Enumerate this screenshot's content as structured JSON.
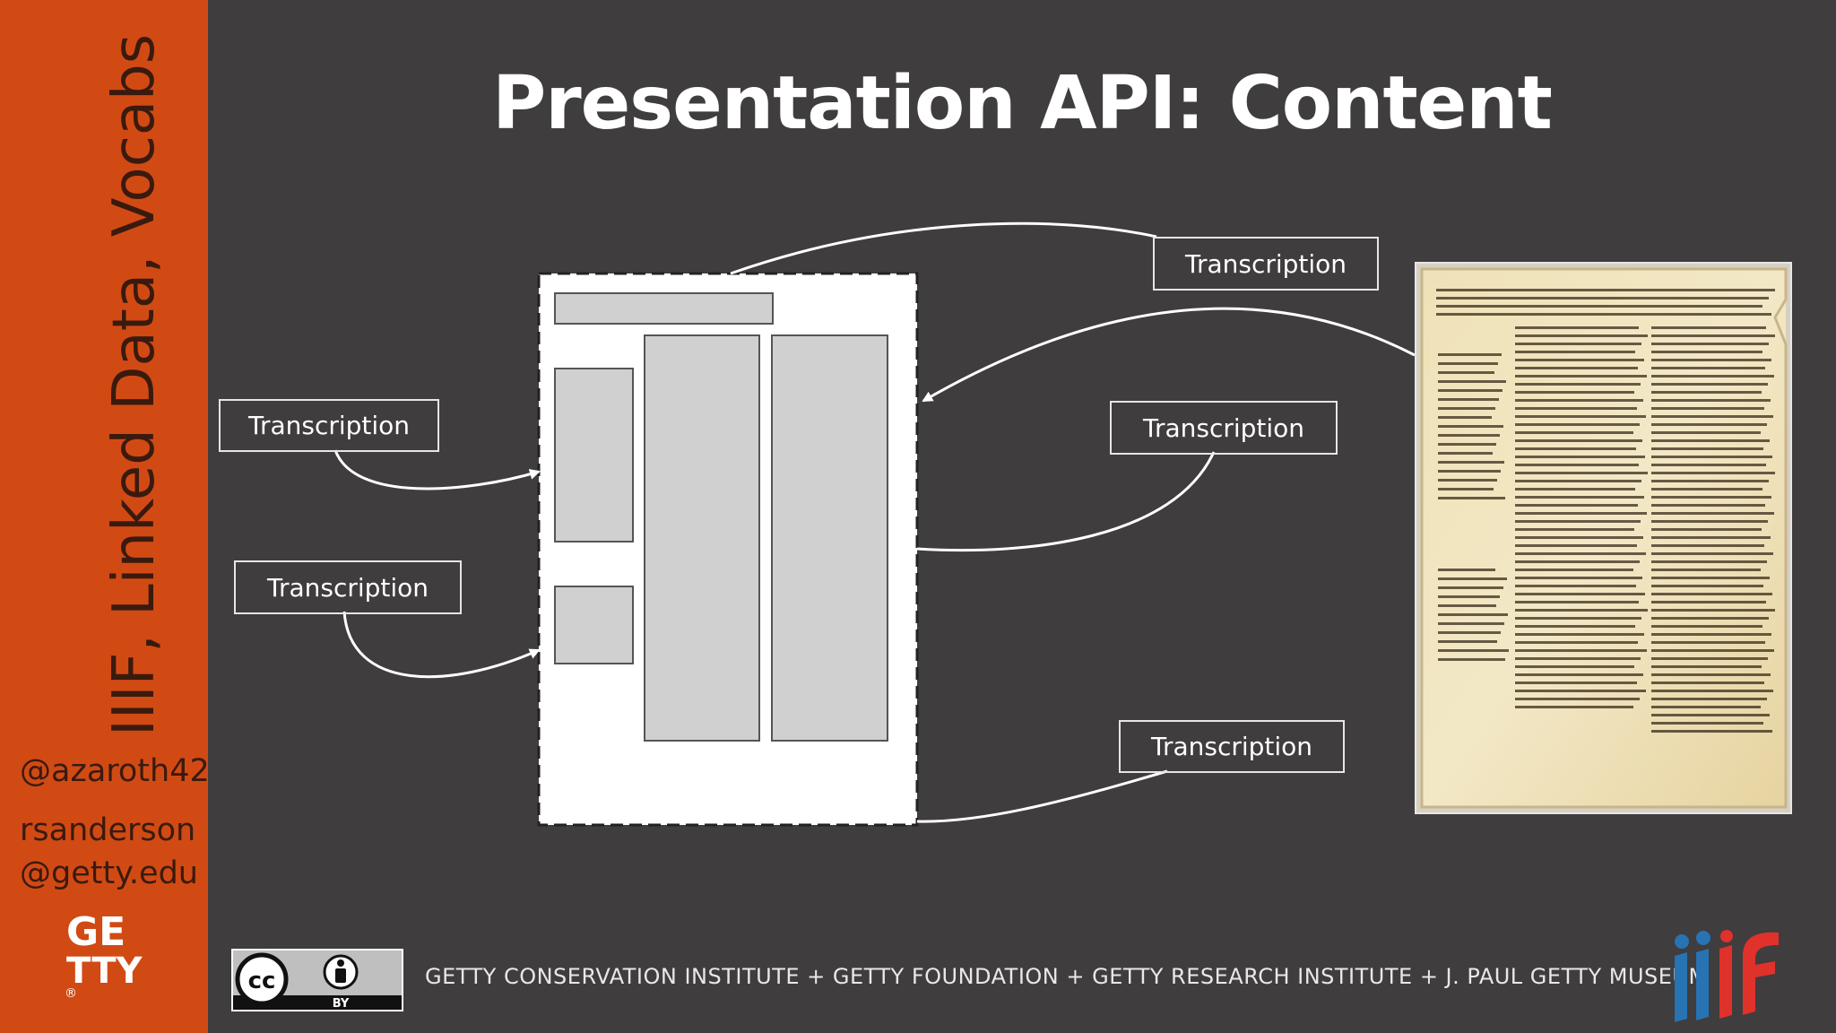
{
  "sidebar": {
    "vertical_title": "IIIF, Linked Data, Vocabs",
    "handle_twitter": "@azaroth42",
    "email_line1": "rsanderson",
    "email_line2": "@getty.edu",
    "logo_text_top": "GE",
    "logo_text_bottom": "TTY",
    "registered_mark": "®"
  },
  "slide": {
    "title": "Presentation API: Content"
  },
  "diagram": {
    "transcriptions": [
      "Transcription",
      "Transcription",
      "Transcription",
      "Transcription",
      "Transcription"
    ]
  },
  "footer": {
    "institutions": "GETTY CONSERVATION INSTITUTE + GETTY FOUNDATION + GETTY RESEARCH INSTITUTE + J. PAUL GETTY MUSEUM",
    "license_label": "BY",
    "license_cc": "cc"
  },
  "colors": {
    "sidebar": "#d14a14",
    "background": "#3f3d3e",
    "iiif_blue": "#2873b4",
    "iiif_red": "#e0312b"
  },
  "icons": [
    "cc-license-icon",
    "attribution-icon",
    "getty-logo",
    "iiif-logo"
  ]
}
